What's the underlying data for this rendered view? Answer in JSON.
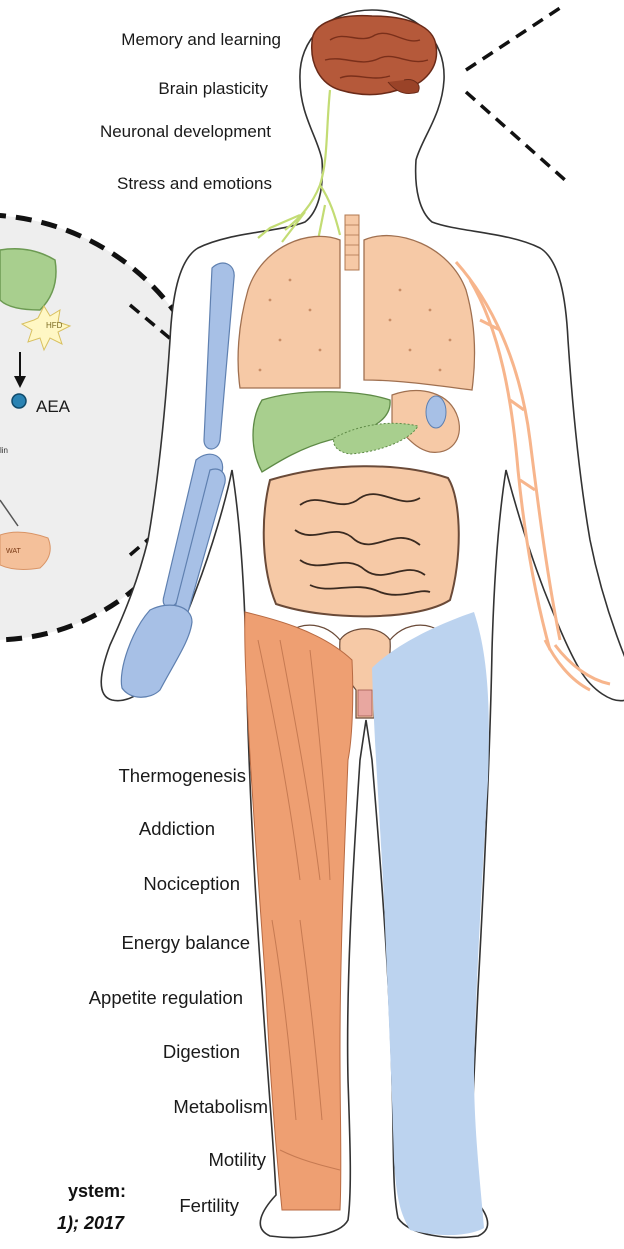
{
  "top_functions": [
    "Memory and learning",
    "Brain plasticity",
    "Neuronal development",
    "Stress and emotions"
  ],
  "bottom_functions": [
    "Thermogenesis",
    "Addiction",
    "Nociception",
    "Energy balance",
    "Appetite regulation",
    "Digestion",
    "Metabolism",
    "Motility",
    "Fertility"
  ],
  "inset": {
    "hfd_label": "HFD",
    "aea_label": "AEA",
    "partial_text_1": "lin",
    "partial_text_2": "WAT"
  },
  "citation": {
    "line1": "ystem:",
    "line2": "1); 2017"
  },
  "colors": {
    "brain": "#b5593a",
    "lungs": "#f6c9a6",
    "liver": "#a8cf8e",
    "bone": "#a7c0e6",
    "muscle": "#ee9f72",
    "vein": "#f7b58c",
    "skin_leg": "#bcd3ef",
    "nerve": "#c3dc74"
  }
}
